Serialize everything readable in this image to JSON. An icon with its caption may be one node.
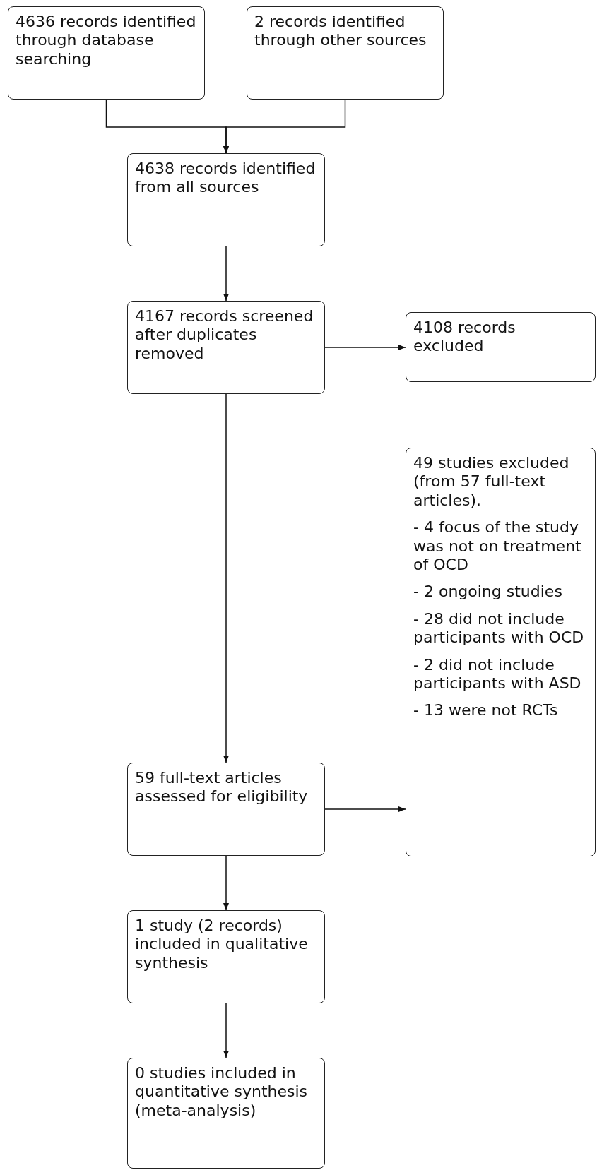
{
  "diagram": {
    "nodes": [
      {
        "text": [
          "4636 records identified through database searching"
        ]
      },
      {
        "text": [
          "2 records identified through other sources"
        ]
      },
      {
        "text": [
          "4638 records identified from all sources"
        ]
      },
      {
        "text": [
          "4167 records screened after duplicates removed"
        ]
      },
      {
        "text": [
          "4108 records excluded"
        ]
      },
      {
        "text": [
          "49 studies excluded (from 57 full-text articles).",
          "- 4 focus of the study was not on treatment of OCD",
          "- 2 ongoing studies",
          "- 28 did not include participants with OCD",
          "- 2 did not include participants with ASD",
          "- 13 were not RCTs"
        ]
      },
      {
        "text": [
          "59 full-text articles assessed for eligibility"
        ]
      },
      {
        "text": [
          "1 study (2 records) included in qualitative synthesis"
        ]
      },
      {
        "text": [
          "0 studies included in quantitative synthesis (meta-analysis)"
        ]
      }
    ],
    "edges": [
      {
        "from": 0,
        "to": 2,
        "arrow": "to"
      },
      {
        "from": 1,
        "to": 2,
        "arrow": "to"
      },
      {
        "from": 2,
        "to": 3,
        "arrow": "to"
      },
      {
        "from": 3,
        "to": 4,
        "arrow": "to"
      },
      {
        "from": 3,
        "to": 6,
        "arrow": "to"
      },
      {
        "from": 6,
        "to": 5,
        "arrow": "to"
      },
      {
        "from": 6,
        "to": 7,
        "arrow": "to"
      },
      {
        "from": 7,
        "to": 8,
        "arrow": "to"
      }
    ]
  }
}
